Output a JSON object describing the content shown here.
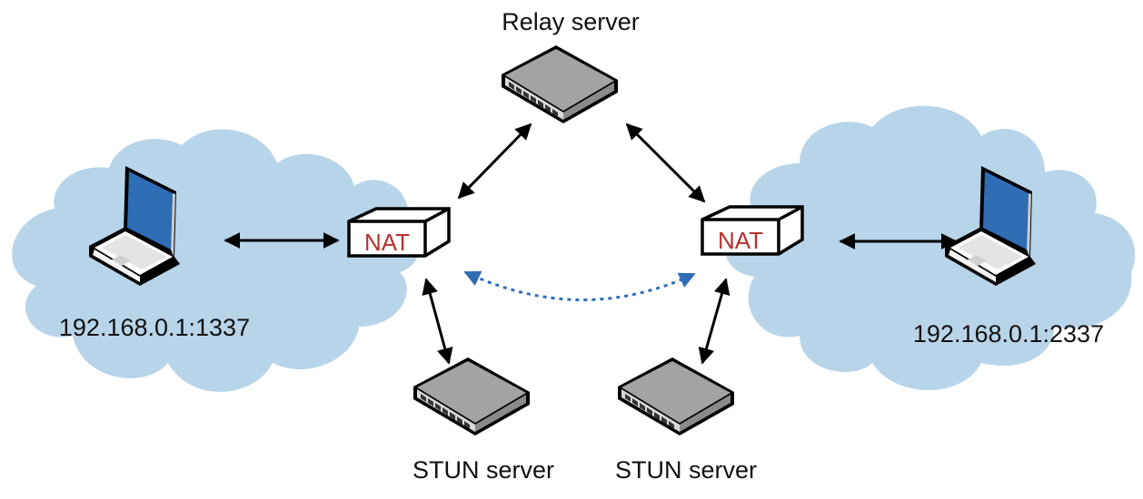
{
  "diagram": {
    "title": "",
    "nodes": {
      "relay_server": {
        "label": "Relay server",
        "kind": "server"
      },
      "nat_left": {
        "label": "NAT",
        "kind": "nat"
      },
      "nat_right": {
        "label": "NAT",
        "kind": "nat"
      },
      "stun_left": {
        "label": "STUN server",
        "kind": "server"
      },
      "stun_right": {
        "label": "STUN server",
        "kind": "server"
      },
      "peer_left": {
        "label": "192.168.0.1:1337",
        "kind": "laptop"
      },
      "peer_right": {
        "label": "192.168.0.1:2337",
        "kind": "laptop"
      }
    },
    "edges": [
      {
        "from": "peer_left",
        "to": "nat_left",
        "style": "solid",
        "direction": "both"
      },
      {
        "from": "nat_left",
        "to": "relay_server",
        "style": "solid",
        "direction": "both"
      },
      {
        "from": "relay_server",
        "to": "nat_right",
        "style": "solid",
        "direction": "both"
      },
      {
        "from": "nat_right",
        "to": "peer_right",
        "style": "solid",
        "direction": "both"
      },
      {
        "from": "nat_left",
        "to": "stun_left",
        "style": "solid",
        "direction": "both"
      },
      {
        "from": "nat_right",
        "to": "stun_right",
        "style": "solid",
        "direction": "both"
      },
      {
        "from": "nat_left",
        "to": "nat_right",
        "style": "dotted",
        "direction": "both"
      }
    ],
    "colors": {
      "cloud": "#b8d4e9",
      "screen": "#2f6db5",
      "nat_text": "#b8312f",
      "p2p_link": "#2f6db5",
      "server_top": "#a3a3a3"
    }
  }
}
